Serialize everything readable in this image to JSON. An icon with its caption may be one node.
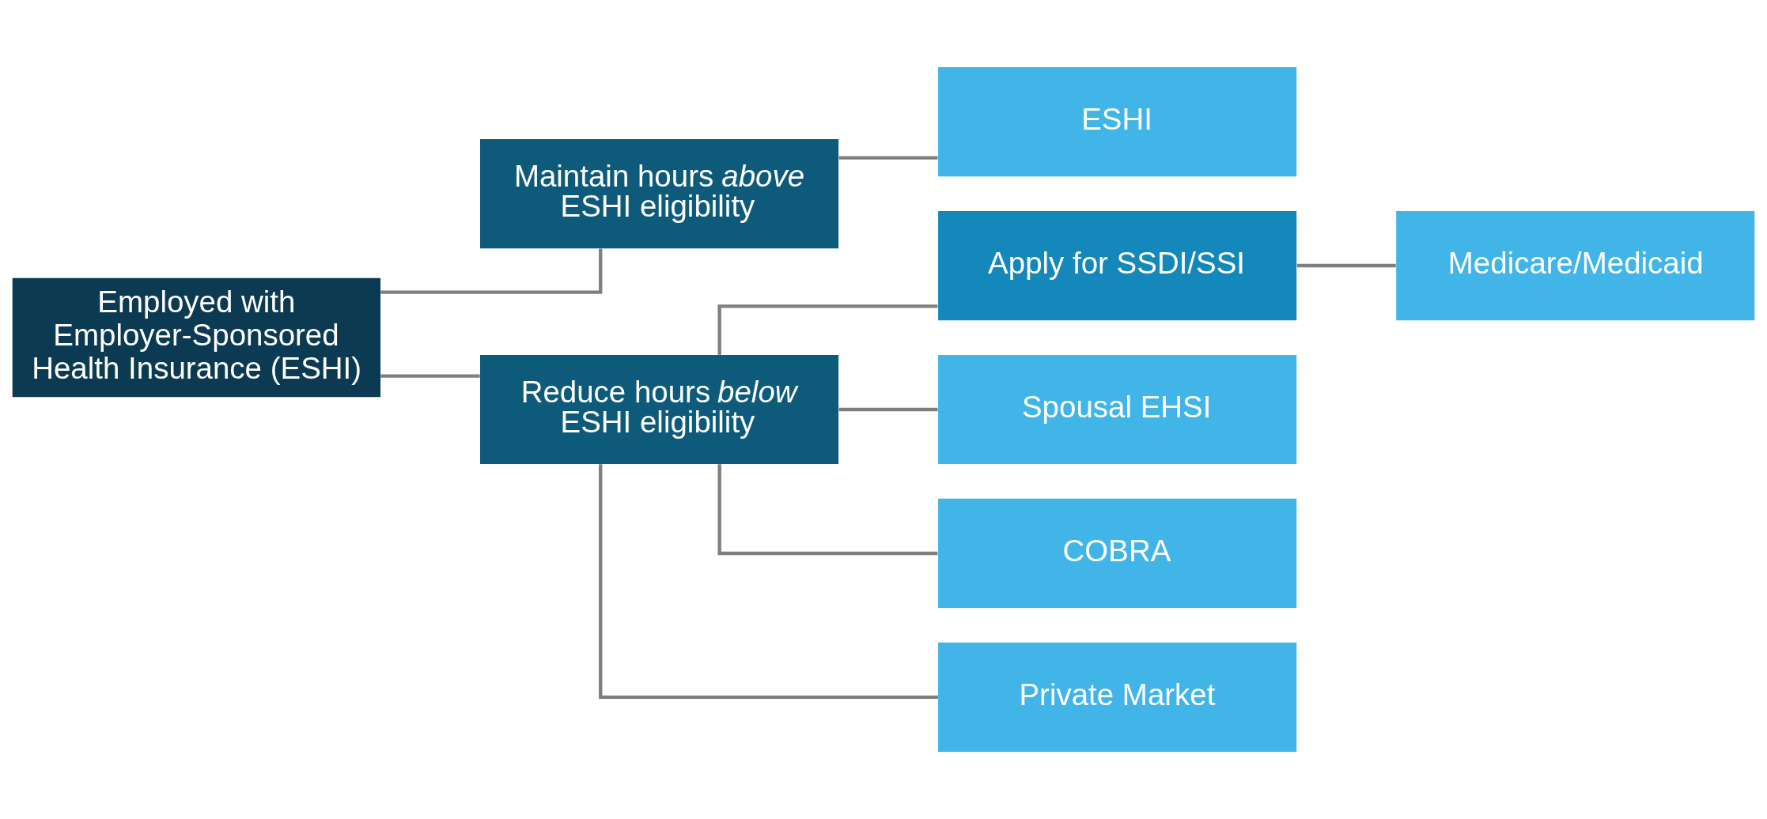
{
  "diagram": {
    "nodes": [
      {
        "text": [
          "Employed with Employer-Sponsored Health Insurance (ESHI)"
        ]
      },
      {
        "text": [
          "Maintain hours *above* ESHI eligibility"
        ]
      },
      {
        "text": [
          "Reduce hours *below* ESHI eligibility"
        ]
      },
      {
        "text": [
          "Apply for SSDI/SSI"
        ]
      },
      {
        "text": [
          "ESHI"
        ]
      },
      {
        "text": [
          "Medicare/Medicaid"
        ]
      },
      {
        "text": [
          "Spousal EHSI"
        ]
      },
      {
        "text": [
          "COBRA"
        ]
      },
      {
        "text": [
          "Private Market"
        ]
      }
    ],
    "edges": [
      {
        "from": 0,
        "to": 1,
        "arrow": "none"
      },
      {
        "from": 0,
        "to": 2,
        "arrow": "none"
      },
      {
        "from": 1,
        "to": 4,
        "arrow": "none"
      },
      {
        "from": 2,
        "to": 3,
        "arrow": "none"
      },
      {
        "from": 3,
        "to": 5,
        "arrow": "none"
      },
      {
        "from": 2,
        "to": 6,
        "arrow": "none"
      },
      {
        "from": 2,
        "to": 7,
        "arrow": "none"
      },
      {
        "from": 2,
        "to": 8,
        "arrow": "none"
      }
    ]
  }
}
